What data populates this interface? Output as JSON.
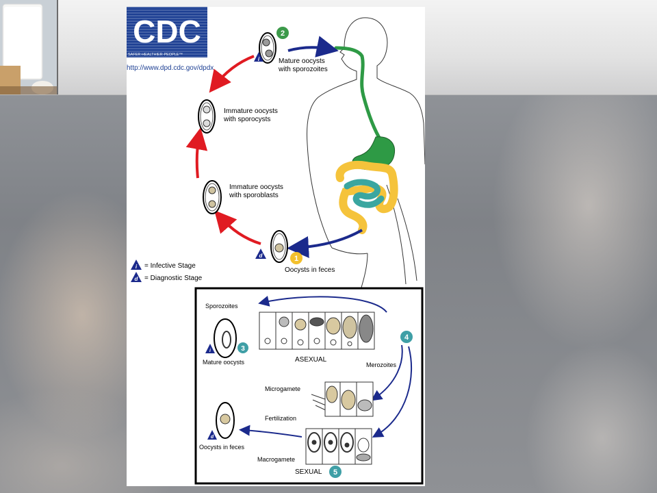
{
  "logo": {
    "name": "CDC",
    "tagline": "SAFER·HEALTHIER·PEOPLE™"
  },
  "url": "http://www.dpd.cdc.gov/dpdx",
  "stages": {
    "mature_oocysts": "Mature oocysts",
    "with_sporozoites": "with sporozoites",
    "immature_sporocysts_1": "Immature oocysts",
    "immature_sporocysts_2": "with sporocysts",
    "immature_sporoblasts_1": "Immature oocysts",
    "immature_sporoblasts_2": "with sporoblasts",
    "oocysts_in_feces": "Oocysts in feces"
  },
  "legend": {
    "infective": "= Infective Stage",
    "diagnostic": "= Diagnostic Stage",
    "i_symbol": "i",
    "d_symbol": "d"
  },
  "step_numbers": {
    "s1": "1",
    "s2": "2",
    "s3": "3",
    "s4": "4",
    "s5": "5"
  },
  "inset": {
    "sporozoites": "Sporozoites",
    "mature_oocysts": "Mature oocysts",
    "asexual": "ASEXUAL",
    "merozoites": "Merozoites",
    "microgamete": "Microgamete",
    "fertilization": "Fertilization",
    "oocysts_in_feces": "Oocysts in feces",
    "macrogamete": "Macrogamete",
    "sexual": "SEXUAL"
  },
  "colors": {
    "cdc_blue": "#1d3f93",
    "arrow_red": "#e01b22",
    "arrow_blue": "#1b2a8c",
    "stomach_green": "#2e9a45",
    "colon_yellow": "#f5c33b",
    "intestine_teal": "#3aa6a0",
    "badge_green": "#3c9a4a",
    "badge_yellow": "#f3c02c",
    "badge_teal": "#3f9fa6"
  }
}
